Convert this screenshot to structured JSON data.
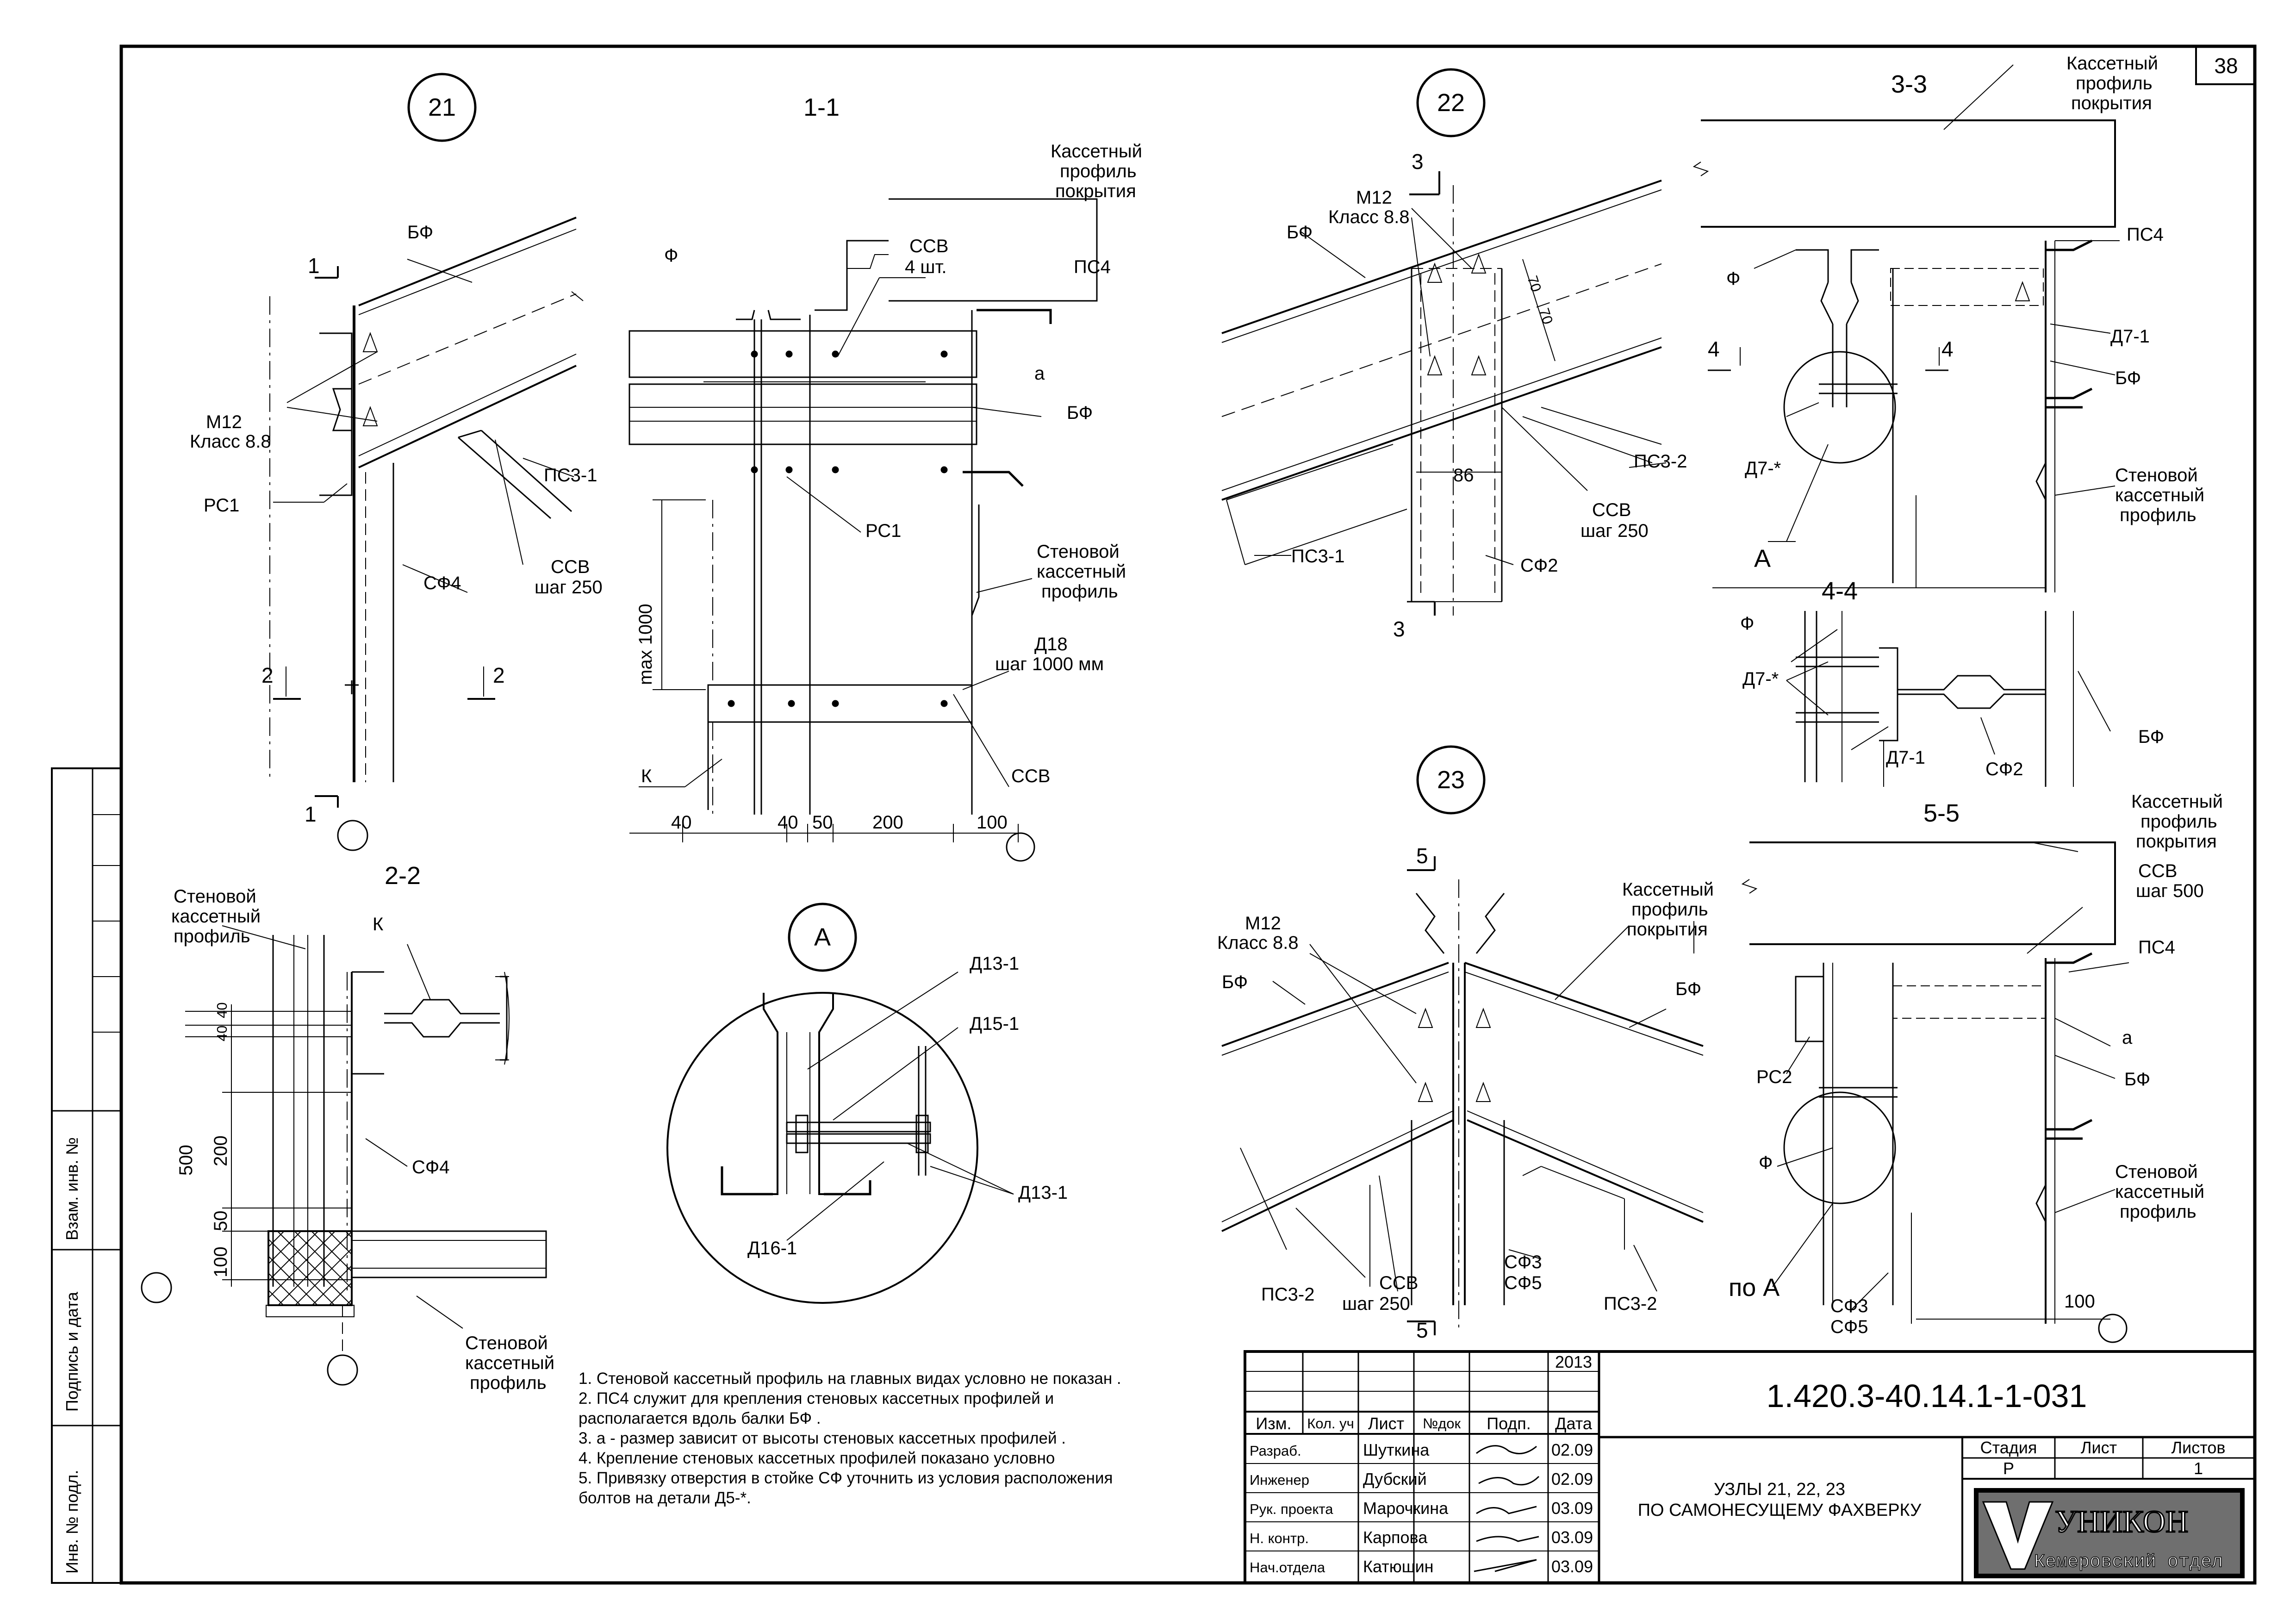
{
  "sheet": {
    "number": "38",
    "code": "1.420.3-40.14.1-1-031",
    "title_line1": "УЗЛЫ 21, 22, 23",
    "title_line2": "ПО САМОНЕСУЩЕМУ ФАХВЕРКУ",
    "stage": "Р",
    "sheet_no": "1",
    "logo": "УНИКОН",
    "logo_sub": "Кемеровский отдел"
  },
  "title_block": {
    "year": "2013",
    "headers": [
      "Изм.",
      "Кол. уч",
      "Лист",
      "№док",
      "Подп.",
      "Дата"
    ],
    "rows": [
      {
        "role": "Разраб.",
        "name": "Шуткина",
        "date": "02.09"
      },
      {
        "role": "Инженер",
        "name": "Дубский",
        "date": "02.09"
      },
      {
        "role": "Рук. проекта",
        "name": "Марочкина",
        "date": "03.09"
      },
      {
        "role": "Н. контр.",
        "name": "Карпова",
        "date": "03.09"
      },
      {
        "role": "Нач.отдела",
        "name": "Катюшин",
        "date": "03.09"
      }
    ],
    "stage_headers": [
      "Стадия",
      "Лист",
      "Листов"
    ]
  },
  "side_stamp": [
    "Инв. № подл.",
    "Подпись и дата",
    "Взам. инв. №"
  ],
  "notes": [
    "1. Стеновой кассетный  профиль на главных видах условно  не показан  .",
    "2. ПС4  служит для крепления стеновых кассетных профилей и",
    "располагается вдоль балки БФ .",
    "3. а - размер зависит от высоты стеновых кассетных профилей  .",
    "4. Крепление стеновых кассетных профилей  показано условно",
    "5. Привязку отверстия в стойке СФ уточнить из условия расположения",
    "болтов на детали Д5-*."
  ],
  "labels": {
    "n21": "21",
    "n22": "22",
    "n23": "23",
    "nA": "А",
    "v11": "1-1",
    "v22": "2-2",
    "v33": "3-3",
    "v44": "4-4",
    "v55": "5-5",
    "s1": "1",
    "s2": "2",
    "s3": "3",
    "s4": "4",
    "s5": "5",
    "BF": "БФ",
    "F": "Ф",
    "M12": "М12",
    "kl": "Класс 8.8",
    "RS1": "РС1",
    "RS2": "РС2",
    "SF4": "СФ4",
    "SF2": "СФ2",
    "SF3": "СФ3",
    "SF5": "СФ5",
    "PS3_1": "ПС3-1",
    "PS3_2": "ПС3-2",
    "PS4": "ПС4",
    "SSV": "ССВ",
    "step250": "шаг 250",
    "step500": "шаг 500",
    "sht4": "4 шт.",
    "kas1": "Кассетный",
    "kas2": "профиль",
    "kas3": "покрытия",
    "sten1": "Стеновой",
    "sten2": "кассетный",
    "sten3": "профиль",
    "K": "К",
    "D18": "Д18",
    "step1000": "шаг 1000 мм",
    "max1000": "max 1000",
    "a": "а",
    "D7_1": "Д7-1",
    "D7s": "Д7-*",
    "D13_1": "Д13-1",
    "D15_1": "Д15-1",
    "D16_1": "Д16-1",
    "poA": "по А",
    "A": "А",
    "d40": "40",
    "d50": "50",
    "d200": "200",
    "d100": "100",
    "d500": "500",
    "d70": "70",
    "d86": "86"
  }
}
